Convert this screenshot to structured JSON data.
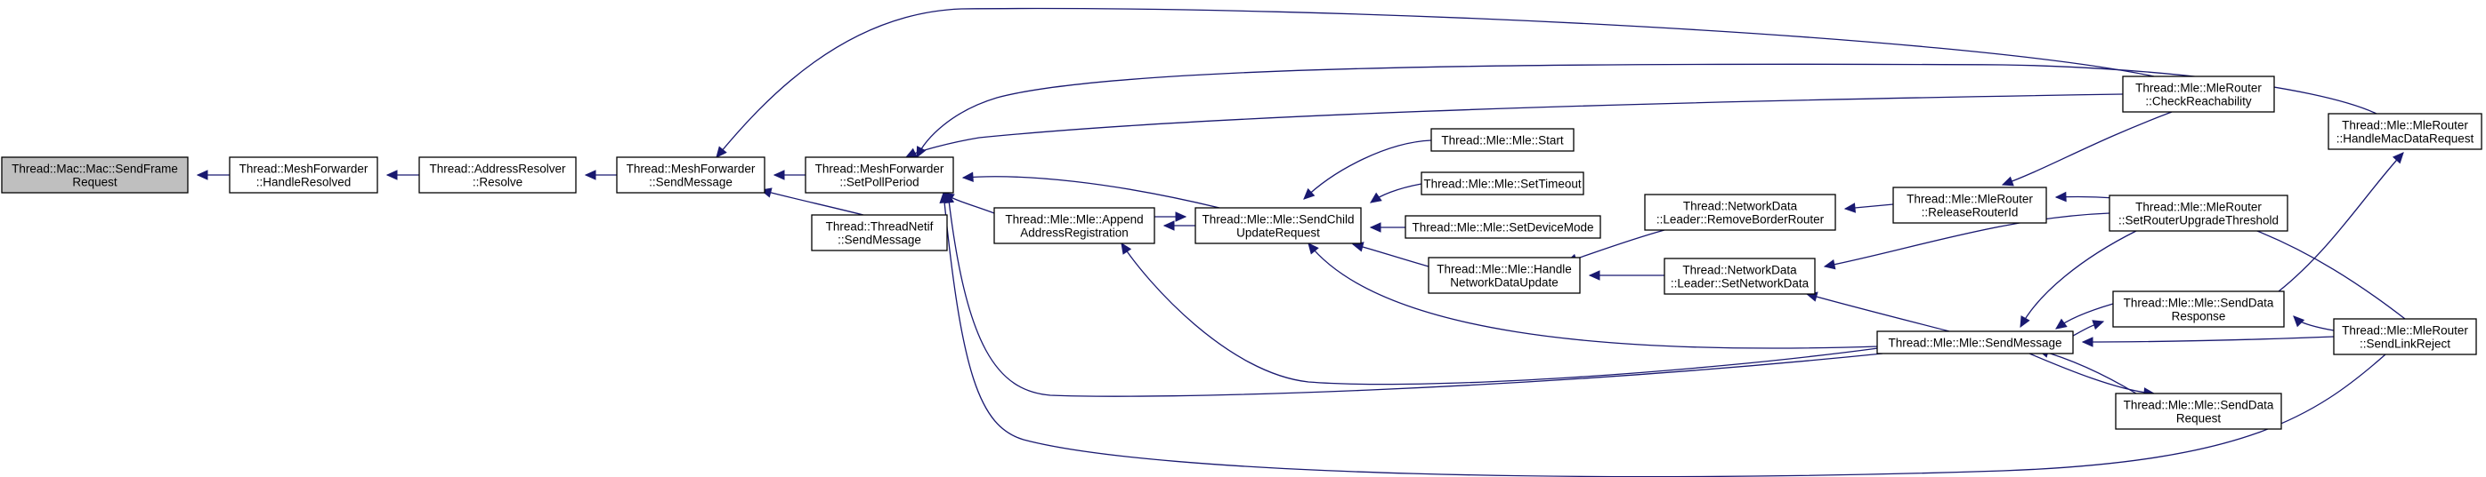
{
  "graph": {
    "colors": {
      "edge": "#191970",
      "root_fill": "#bfbfbf",
      "node_fill": "#ffffff",
      "border": "#000000"
    },
    "nodes": [
      {
        "id": "n0",
        "lines": [
          "Thread::Mac::Mac::SendFrame",
          "Request"
        ],
        "root": true
      },
      {
        "id": "n1",
        "lines": [
          "Thread::MeshForwarder",
          "::HandleResolved"
        ]
      },
      {
        "id": "n2",
        "lines": [
          "Thread::AddressResolver",
          "::Resolve"
        ]
      },
      {
        "id": "n3",
        "lines": [
          "Thread::MeshForwarder",
          "::SendMessage"
        ]
      },
      {
        "id": "n4",
        "lines": [
          "Thread::MeshForwarder",
          "::SetPollPeriod"
        ]
      },
      {
        "id": "n5",
        "lines": [
          "Thread::ThreadNetif",
          "::SendMessage"
        ]
      },
      {
        "id": "n6",
        "lines": [
          "Thread::Mle::Mle::Append",
          "AddressRegistration"
        ]
      },
      {
        "id": "n7",
        "lines": [
          "Thread::Mle::Mle::SendChild",
          "UpdateRequest"
        ]
      },
      {
        "id": "n8",
        "lines": [
          "Thread::Mle::Mle::Start"
        ]
      },
      {
        "id": "n9",
        "lines": [
          "Thread::Mle::Mle::SetTimeout"
        ]
      },
      {
        "id": "n10",
        "lines": [
          "Thread::Mle::Mle::SetDeviceMode"
        ]
      },
      {
        "id": "n11",
        "lines": [
          "Thread::Mle::Mle::Handle",
          "NetworkDataUpdate"
        ]
      },
      {
        "id": "n12",
        "lines": [
          "Thread::NetworkData",
          "::Leader::RemoveBorderRouter"
        ]
      },
      {
        "id": "n13",
        "lines": [
          "Thread::NetworkData",
          "::Leader::SetNetworkData"
        ]
      },
      {
        "id": "n14",
        "lines": [
          "Thread::Mle::MleRouter",
          "::ReleaseRouterId"
        ]
      },
      {
        "id": "n15",
        "lines": [
          "Thread::Mle::MleRouter",
          "::CheckReachability"
        ]
      },
      {
        "id": "n16",
        "lines": [
          "Thread::Mle::Mle::SendMessage"
        ]
      },
      {
        "id": "n17",
        "lines": [
          "Thread::Mle::MleRouter",
          "::SetRouterUpgradeThreshold"
        ]
      },
      {
        "id": "n18",
        "lines": [
          "Thread::Mle::Mle::SendData",
          "Response"
        ]
      },
      {
        "id": "n19",
        "lines": [
          "Thread::Mle::Mle::SendData",
          "Request"
        ]
      },
      {
        "id": "n20",
        "lines": [
          "Thread::Mle::MleRouter",
          "::HandleMacDataRequest"
        ]
      },
      {
        "id": "n21",
        "lines": [
          "Thread::Mle::MleRouter",
          "::SendLinkReject"
        ]
      }
    ],
    "edges": [
      {
        "from": "n1",
        "to": "n0"
      },
      {
        "from": "n2",
        "to": "n1"
      },
      {
        "from": "n3",
        "to": "n2"
      },
      {
        "from": "n4",
        "to": "n3"
      },
      {
        "from": "n5",
        "to": "n3"
      },
      {
        "from": "n15",
        "to": "n3"
      },
      {
        "from": "n6",
        "to": "n4"
      },
      {
        "from": "n7",
        "to": "n4"
      },
      {
        "from": "n15",
        "to": "n4"
      },
      {
        "from": "n20",
        "to": "n4"
      },
      {
        "from": "n16",
        "to": "n4"
      },
      {
        "from": "n21",
        "to": "n4"
      },
      {
        "from": "n7",
        "to": "n6"
      },
      {
        "from": "n16",
        "to": "n6"
      },
      {
        "from": "n6",
        "to": "n7"
      },
      {
        "from": "n8",
        "to": "n7"
      },
      {
        "from": "n9",
        "to": "n7"
      },
      {
        "from": "n10",
        "to": "n7"
      },
      {
        "from": "n11",
        "to": "n7"
      },
      {
        "from": "n16",
        "to": "n7"
      },
      {
        "from": "n12",
        "to": "n11"
      },
      {
        "from": "n13",
        "to": "n11"
      },
      {
        "from": "n14",
        "to": "n12"
      },
      {
        "from": "n15",
        "to": "n14"
      },
      {
        "from": "n21",
        "to": "n14"
      },
      {
        "from": "n17",
        "to": "n13"
      },
      {
        "from": "n16",
        "to": "n13"
      },
      {
        "from": "n17",
        "to": "n16"
      },
      {
        "from": "n18",
        "to": "n16"
      },
      {
        "from": "n19",
        "to": "n16"
      },
      {
        "from": "n21",
        "to": "n16"
      },
      {
        "from": "n16",
        "to": "n18"
      },
      {
        "from": "n16",
        "to": "n19"
      },
      {
        "from": "n21",
        "to": "n18"
      },
      {
        "from": "n18",
        "to": "n20"
      }
    ]
  }
}
